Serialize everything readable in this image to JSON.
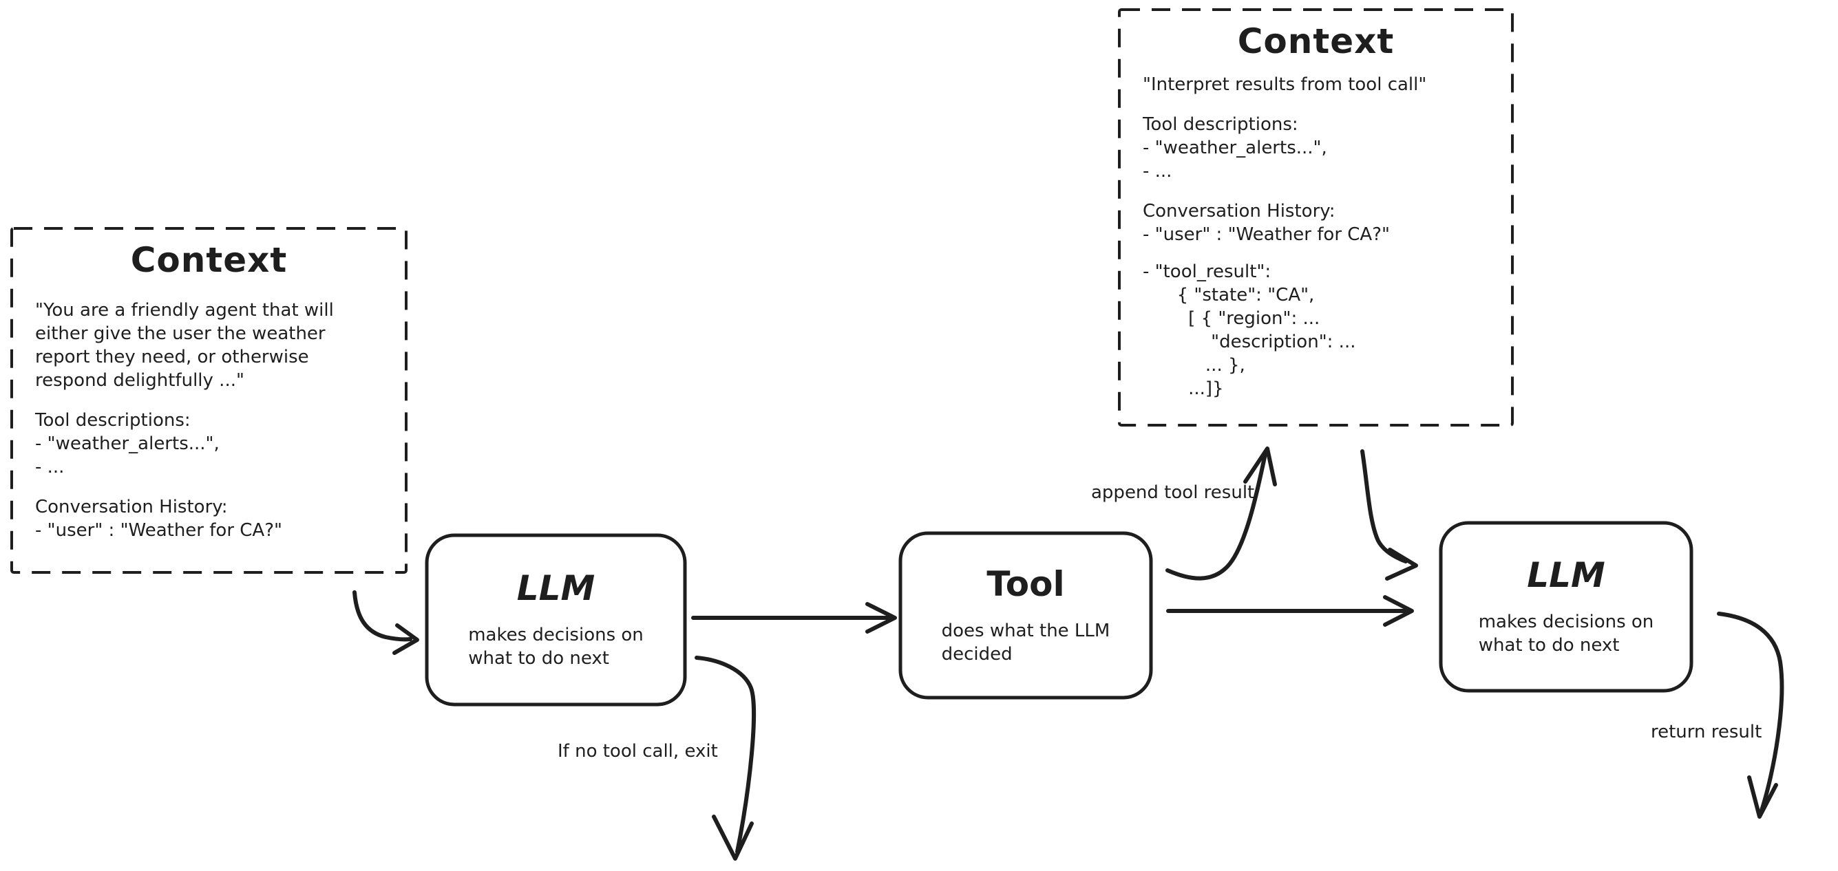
{
  "context_left": {
    "title": "Context",
    "paragraph": [
      "\"You are a friendly agent that will",
      "either give the user the weather",
      "report they need, or otherwise",
      "respond delightfully ...\""
    ],
    "tool_descriptions": [
      "Tool descriptions:",
      "- \"weather_alerts...\",",
      "- ..."
    ],
    "conversation_history": [
      "Conversation History:",
      "- \"user\" : \"Weather for CA?\""
    ]
  },
  "context_top": {
    "title": "Context",
    "intro": "\"Interpret results from tool call\"",
    "tool_descriptions": [
      "Tool descriptions:",
      "- \"weather_alerts...\",",
      "- ..."
    ],
    "conversation_history": [
      "Conversation History:",
      "- \"user\" : \"Weather for CA?\""
    ],
    "tool_result": [
      "- \"tool_result\":",
      "      { \"state\": \"CA\",",
      "        [ { \"region\": ...",
      "            \"description\": ...",
      "           ... },",
      "        ...]}"
    ]
  },
  "nodes": {
    "llm1": {
      "title": "LLM",
      "subtitle": [
        "makes decisions on",
        "what to do next"
      ]
    },
    "tool": {
      "title": "Tool",
      "subtitle": [
        "does what the LLM",
        "decided"
      ]
    },
    "llm2": {
      "title": "LLM",
      "subtitle": [
        "makes decisions on",
        "what to do next"
      ]
    }
  },
  "labels": {
    "append_tool_result": "append tool result",
    "no_tool_call_exit": "If no tool call, exit",
    "return_result": "return result"
  },
  "colors": {
    "stroke": "#1e1e1e",
    "background": "#ffffff"
  }
}
